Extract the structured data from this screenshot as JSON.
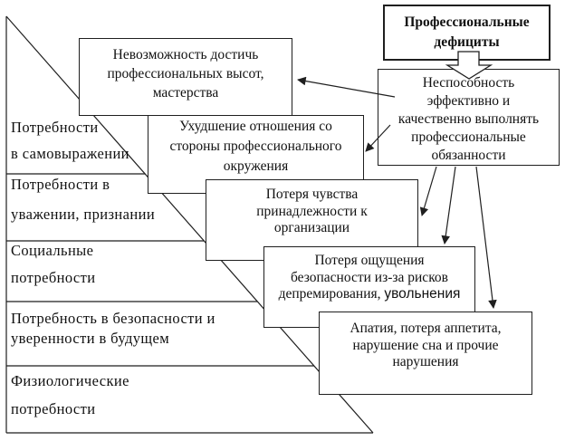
{
  "diagram": {
    "title_box": {
      "text": "Профессиональные\nдефициты"
    },
    "cause_box": {
      "text": "Неспособность\nэффективно и\nкачественно выполнять\nпрофессиональные\nобязанности"
    },
    "effect_boxes": [
      {
        "text": "Невозможность достичь\nпрофессиональных высот,\nмастерства"
      },
      {
        "text": "Ухудшение отношения со\nстороны профессионального\nокружения"
      },
      {
        "text": "Потеря чувства\nпринадлежности к\nорганизации"
      },
      {
        "line1": "Потеря ощущения",
        "line2": "безопасности из-за рисков",
        "line3_serif": "депремирования, ",
        "line3_sans": "увольнения"
      },
      {
        "text": "Апатия, потеря аппетита,\nнарушение сна и прочие\nнарушения"
      }
    ],
    "pyramid_levels": [
      {
        "line1": "Потребности",
        "line2": "в самовыражении"
      },
      {
        "line1": "Потребности в",
        "line2": "уважении, признании"
      },
      {
        "line1": "Социальные",
        "line2": "потребности"
      },
      {
        "line1": "Потребность в безопасности и",
        "line2": "уверенности в будущем"
      },
      {
        "line1": "Физиологические",
        "line2": "потребности"
      }
    ],
    "colors": {
      "ink": "#1f1f1f",
      "background": "#ffffff",
      "text": "#111111"
    }
  }
}
